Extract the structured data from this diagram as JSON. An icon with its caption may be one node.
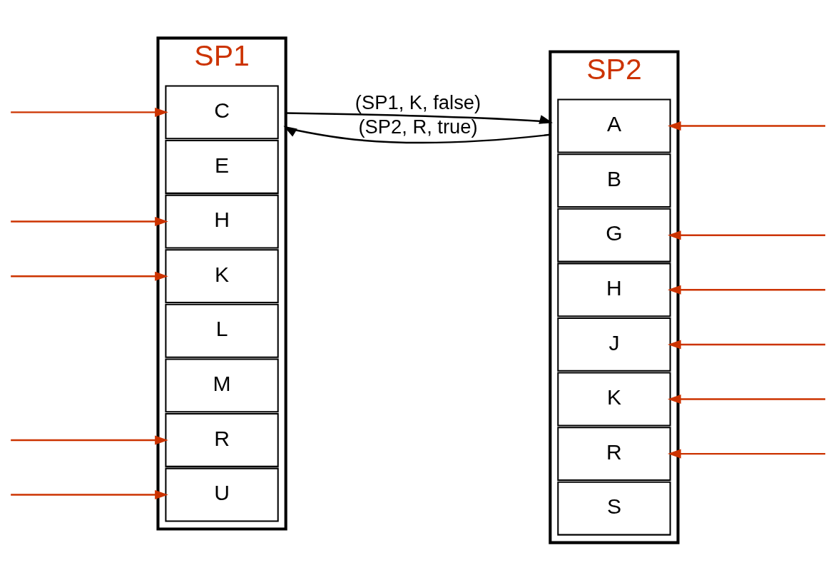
{
  "diagram": {
    "nodes": [
      {
        "text": [
          "SP1"
        ]
      },
      {
        "text": [
          "C"
        ],
        "in": 0
      },
      {
        "text": [
          "E"
        ],
        "in": 0
      },
      {
        "text": [
          "H"
        ],
        "in": 0
      },
      {
        "text": [
          "K"
        ],
        "in": 0
      },
      {
        "text": [
          "L"
        ],
        "in": 0
      },
      {
        "text": [
          "M"
        ],
        "in": 0
      },
      {
        "text": [
          "R"
        ],
        "in": 0
      },
      {
        "text": [
          "U"
        ],
        "in": 0
      },
      {
        "text": [
          "SP2"
        ]
      },
      {
        "text": [
          "A"
        ],
        "in": 9
      },
      {
        "text": [
          "B"
        ],
        "in": 9
      },
      {
        "text": [
          "G"
        ],
        "in": 9
      },
      {
        "text": [
          "H"
        ],
        "in": 9
      },
      {
        "text": [
          "J"
        ],
        "in": 9
      },
      {
        "text": [
          "K"
        ],
        "in": 9
      },
      {
        "text": [
          "R"
        ],
        "in": 9
      },
      {
        "text": [
          "S"
        ],
        "in": 9
      }
    ],
    "edges": [
      {
        "from": null,
        "to": 1,
        "arrow": "to"
      },
      {
        "from": null,
        "to": 3,
        "arrow": "to"
      },
      {
        "from": null,
        "to": 4,
        "arrow": "to"
      },
      {
        "from": null,
        "to": 7,
        "arrow": "to"
      },
      {
        "from": null,
        "to": 8,
        "arrow": "to"
      },
      {
        "from": null,
        "to": 10,
        "arrow": "to"
      },
      {
        "from": null,
        "to": 12,
        "arrow": "to"
      },
      {
        "from": null,
        "to": 13,
        "arrow": "to"
      },
      {
        "from": null,
        "to": 14,
        "arrow": "to"
      },
      {
        "from": null,
        "to": 15,
        "arrow": "to"
      },
      {
        "from": null,
        "to": 16,
        "arrow": "to"
      },
      {
        "from": 0,
        "to": 9,
        "arrow": "to",
        "label": "(SP1, K, false)",
        "color": "#000000"
      },
      {
        "from": 9,
        "to": 0,
        "arrow": "to",
        "label": "(SP2, R, true)",
        "color": "#000000"
      }
    ]
  }
}
